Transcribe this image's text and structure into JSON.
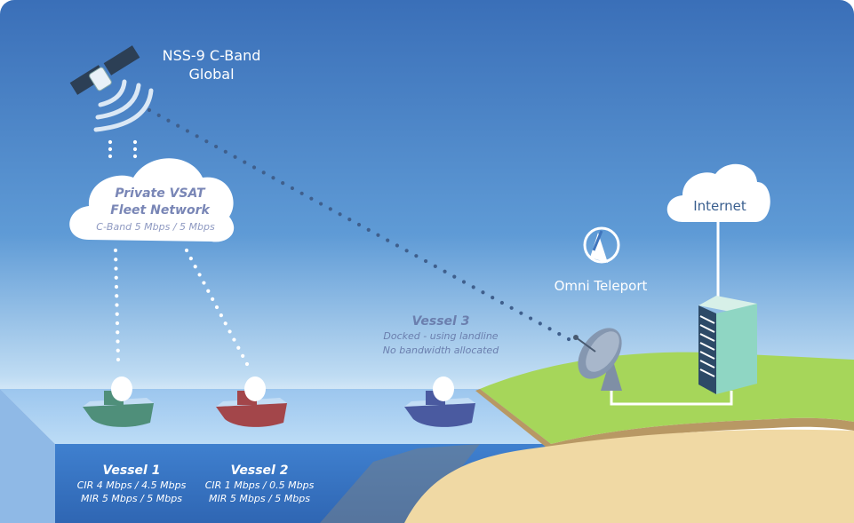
{
  "satellite": {
    "name_line1": "NSS-9 C-Band",
    "name_line2": "Global"
  },
  "network_cloud": {
    "title_line1": "Private VSAT",
    "title_line2": "Fleet Network",
    "capacity": "C-Band 5 Mbps / 5 Mbps"
  },
  "internet_cloud": {
    "label": "Internet"
  },
  "teleport": {
    "label": "Omni Teleport"
  },
  "vessels": [
    {
      "name": "Vessel 1",
      "line1": "CIR 4 Mbps / 4.5 Mbps",
      "line2": "MIR 5 Mbps / 5 Mbps",
      "color": "#4f8f7a"
    },
    {
      "name": "Vessel 2",
      "line1": "CIR 1 Mbps / 0.5 Mbps",
      "line2": "MIR 5 Mbps / 5 Mbps",
      "color": "#a3464a"
    },
    {
      "name": "Vessel 3",
      "line1": "Docked - using landline",
      "line2": "No bandwidth allocated",
      "color": "#4a5aa0"
    }
  ],
  "colors": {
    "sky_top": "#3a73b9",
    "sea": "#a9d0f2",
    "land": "#a6d65a",
    "sand": "#f0d9a4",
    "building": "#8fd6c3"
  }
}
